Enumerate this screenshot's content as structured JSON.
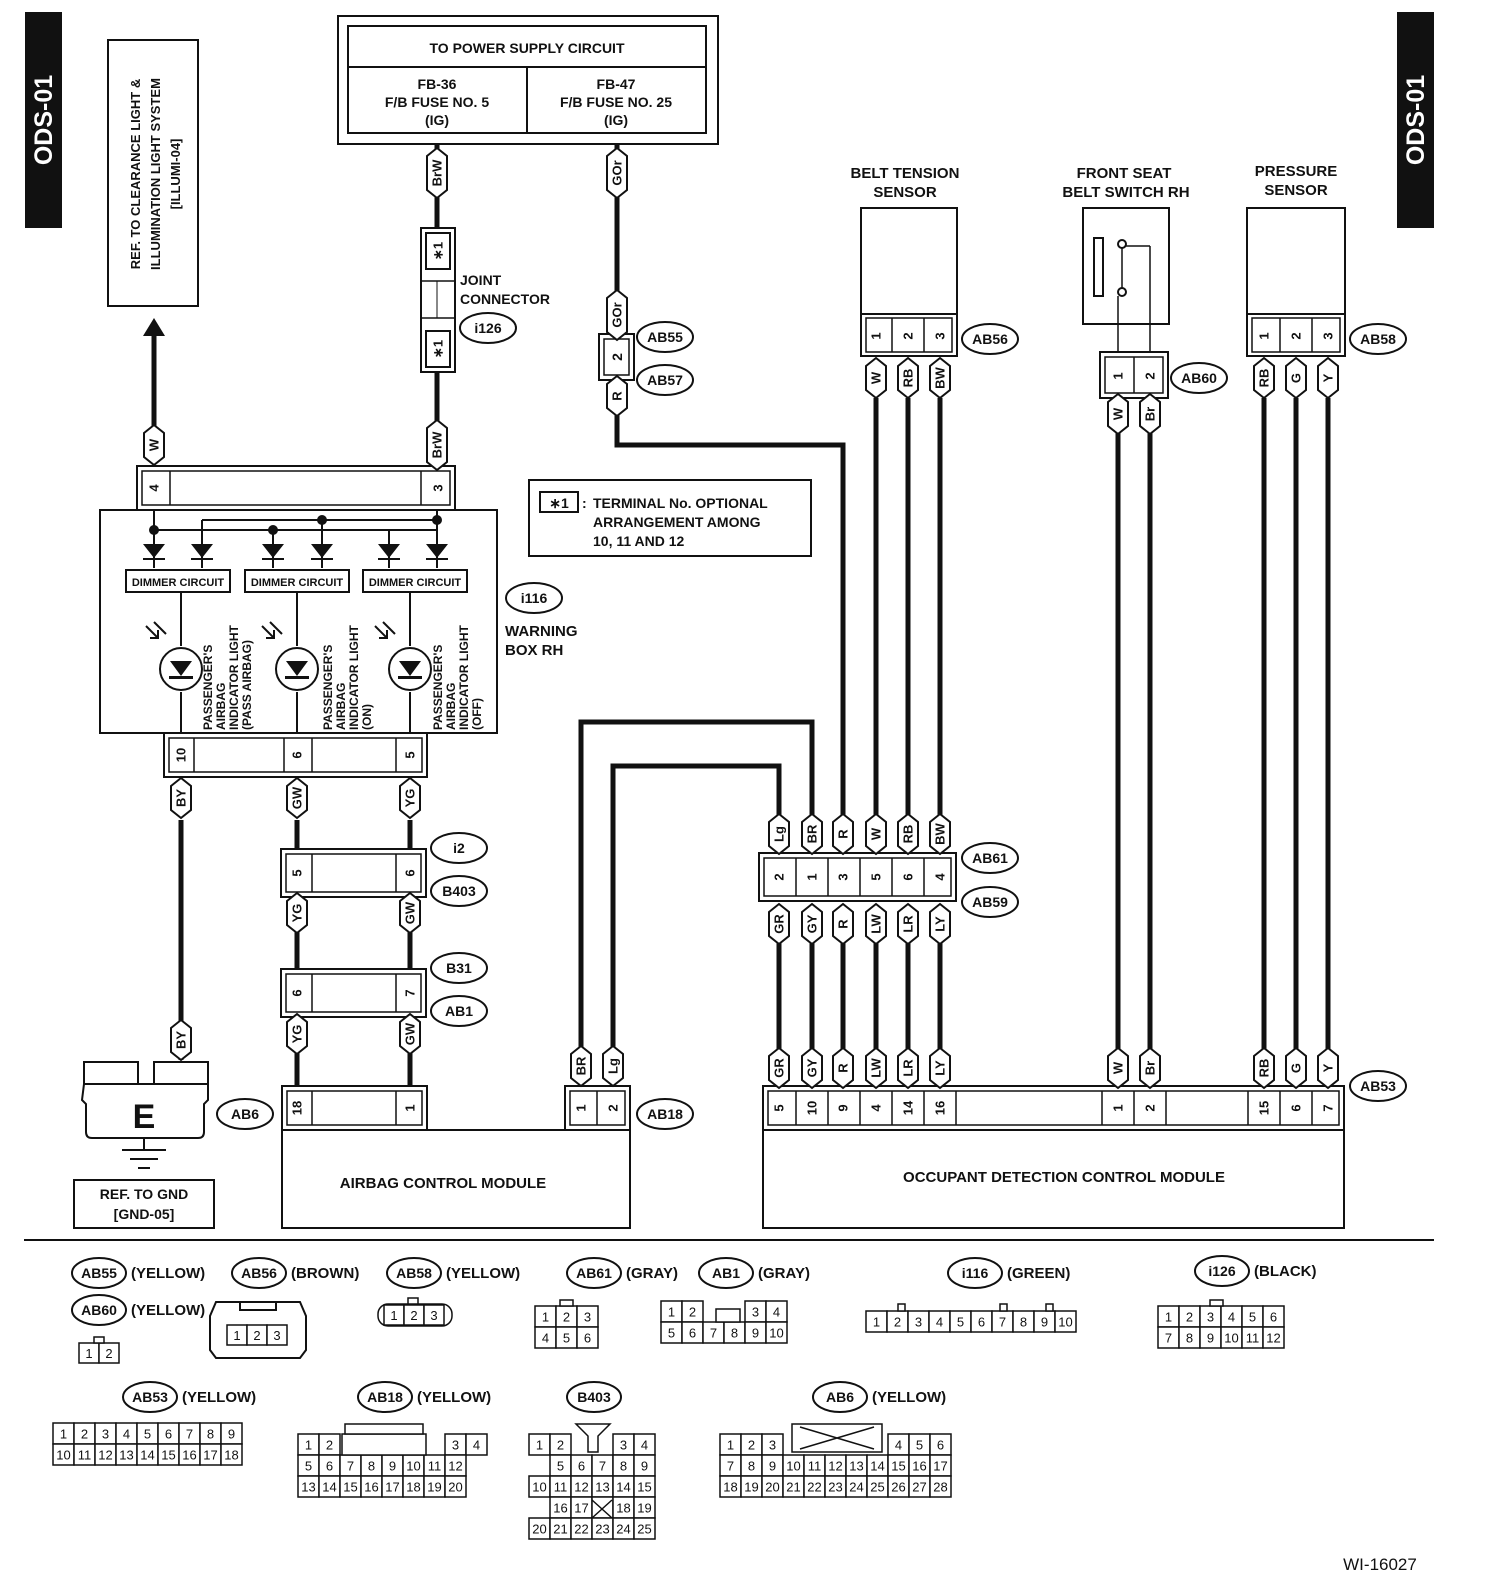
{
  "page_tag": "ODS-01",
  "ref_clearance": [
    "REF. TO CLEARANCE LIGHT &",
    "ILLUMINATION LIGHT SYSTEM",
    "[ILLUMI-04]"
  ],
  "power": {
    "title": "TO POWER SUPPLY CIRCUIT",
    "left": [
      "FB-36",
      "F/B FUSE NO. 5",
      "(IG)"
    ],
    "right": [
      "FB-47",
      "F/B FUSE NO. 25",
      "(IG)"
    ]
  },
  "joint_connector": [
    "JOINT",
    "CONNECTOR"
  ],
  "terminal_star": "∗1",
  "note": [
    "TERMINAL No. OPTIONAL",
    "ARRANGEMENT AMONG",
    "10, 11  AND 12"
  ],
  "belt_tension_sensor": [
    "BELT TENSION",
    "SENSOR"
  ],
  "seat_belt_switch": [
    "FRONT SEAT",
    "BELT SWITCH RH"
  ],
  "pressure_sensor": [
    "PRESSURE",
    "SENSOR"
  ],
  "dimmer": "DIMMER CIRCUIT",
  "warning_box": [
    "WARNING",
    "BOX RH"
  ],
  "indicator_lights": [
    [
      "PASSENGER'S",
      "AIRBAG",
      "INDICATOR LIGHT",
      "(PASS AIRBAG)"
    ],
    [
      "PASSENGER'S",
      "AIRBAG",
      "INDICATOR LIGHT",
      "(ON)"
    ],
    [
      "PASSENGER'S",
      "AIRBAG",
      "INDICATOR LIGHT",
      "(OFF)"
    ]
  ],
  "ground_symbol": "E",
  "ref_gnd": [
    "REF. TO GND",
    "[GND-05]"
  ],
  "airbag_module": "AIRBAG CONTROL MODULE",
  "occupant_module": "OCCUPANT DETECTION CONTROL MODULE",
  "connector_ids": [
    "AB55",
    "AB57",
    "AB56",
    "AB60",
    "AB58",
    "i126",
    "i116",
    "AB61",
    "AB59",
    "i2",
    "B403",
    "B31",
    "AB1",
    "AB6",
    "AB18",
    "AB53"
  ],
  "wire_colors": [
    "BrW",
    "GOr",
    "R",
    "W",
    "RB",
    "BW",
    "Br",
    "G",
    "Y",
    "BY",
    "GW",
    "YG",
    "Lg",
    "BR",
    "GR",
    "GY",
    "LW",
    "LR",
    "LY"
  ],
  "legend": [
    {
      "id": "AB55",
      "color": "(YELLOW)"
    },
    {
      "id": "AB60",
      "color": "(YELLOW)"
    },
    {
      "id": "AB56",
      "color": "(BROWN)"
    },
    {
      "id": "AB58",
      "color": "(YELLOW)"
    },
    {
      "id": "AB61",
      "color": "(GRAY)"
    },
    {
      "id": "AB1",
      "color": "(GRAY)"
    },
    {
      "id": "i116",
      "color": "(GREEN)"
    },
    {
      "id": "i126",
      "color": "(BLACK)"
    },
    {
      "id": "AB53",
      "color": "(YELLOW)"
    },
    {
      "id": "AB18",
      "color": "(YELLOW)"
    },
    {
      "id": "B403",
      "color": ""
    },
    {
      "id": "AB6",
      "color": "(YELLOW)"
    }
  ],
  "figure_id": "WI-16027"
}
